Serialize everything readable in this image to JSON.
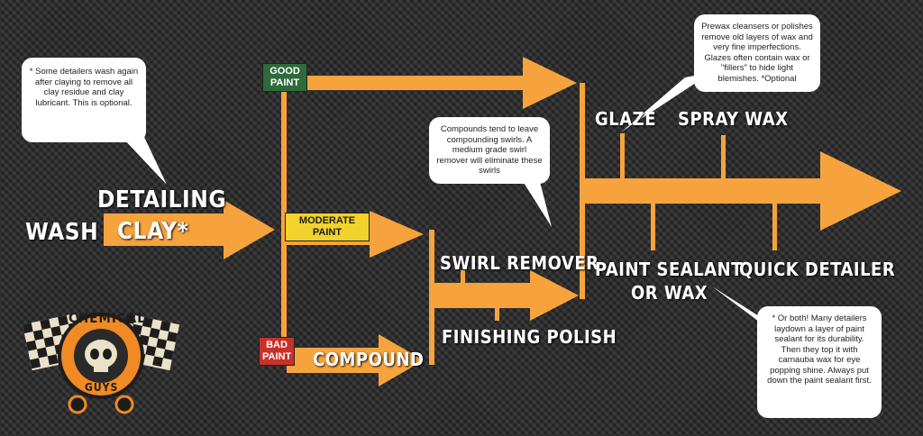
{
  "steps": {
    "wash": "WASH",
    "detailing_clay_line1": "DETAILING",
    "detailing_clay_line2": "CLAY*",
    "good_paint": "GOOD PAINT",
    "moderate_paint": "MODERATE PAINT",
    "bad_paint": "BAD PAINT",
    "compound": "COMPOUND",
    "swirl_remover": "SWIRL REMOVER",
    "finishing_polish": "FINISHING POLISH",
    "glaze": "GLAZE",
    "spray_wax": "SPRAY WAX",
    "paint_sealant_line1": "PAINT SEALANT",
    "paint_sealant_line2": "OR WAX",
    "quick_detailer": "QUICK DETAILER"
  },
  "notes": {
    "clay_note": "* Some detailers wash again after claying to remove all clay residue and clay lubricant. This is optional.",
    "compound_note": "Compounds tend to leave compounding swirls. A medium grade swirl remover will eliminate these swirls",
    "glaze_note": "Prewax cleansers or polishes remove old layers of wax and very fine imperfections. Glazes often contain wax or \"fillers\" to hide light blemishes. *Optional",
    "sealant_note": "* Or both! Many detailers laydown a layer of paint sealant for its durability. Then they top it with carnauba wax for eye popping shine. Always put down the paint sealant first."
  },
  "logo": {
    "brand_top": "CHEMICAL",
    "brand_bottom": "GUYS"
  },
  "colors": {
    "arrow": "#f7a33d",
    "good_paint": "#2e6b3a",
    "moderate_paint": "#f2d22c",
    "bad_paint": "#c8302a",
    "logo_orange": "#f08a24"
  }
}
